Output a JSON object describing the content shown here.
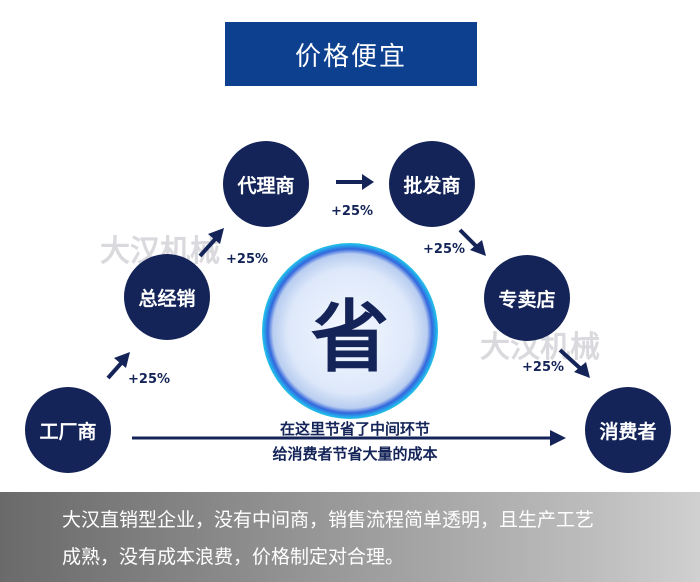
{
  "title": "价格便宜",
  "nodes": {
    "factory": "工厂商",
    "distributor": "总经销",
    "agent": "代理商",
    "wholesaler": "批发商",
    "store": "专卖店",
    "consumer": "消费者"
  },
  "markups": [
    "+25%",
    "+25%",
    "+25%",
    "+25%",
    "+25%"
  ],
  "center_char": "省",
  "middle_text": [
    "在这里节省了中间环节",
    "给消费者节省大量的成本"
  ],
  "watermark": "大汉机械",
  "description": [
    "大汉直销型企业，没有中间商，销售流程简单透明，且生产工艺",
    "成熟，没有成本浪费，价格制定对合理。"
  ],
  "colors": {
    "title_bg": "#0d4190",
    "node": "#142458"
  }
}
